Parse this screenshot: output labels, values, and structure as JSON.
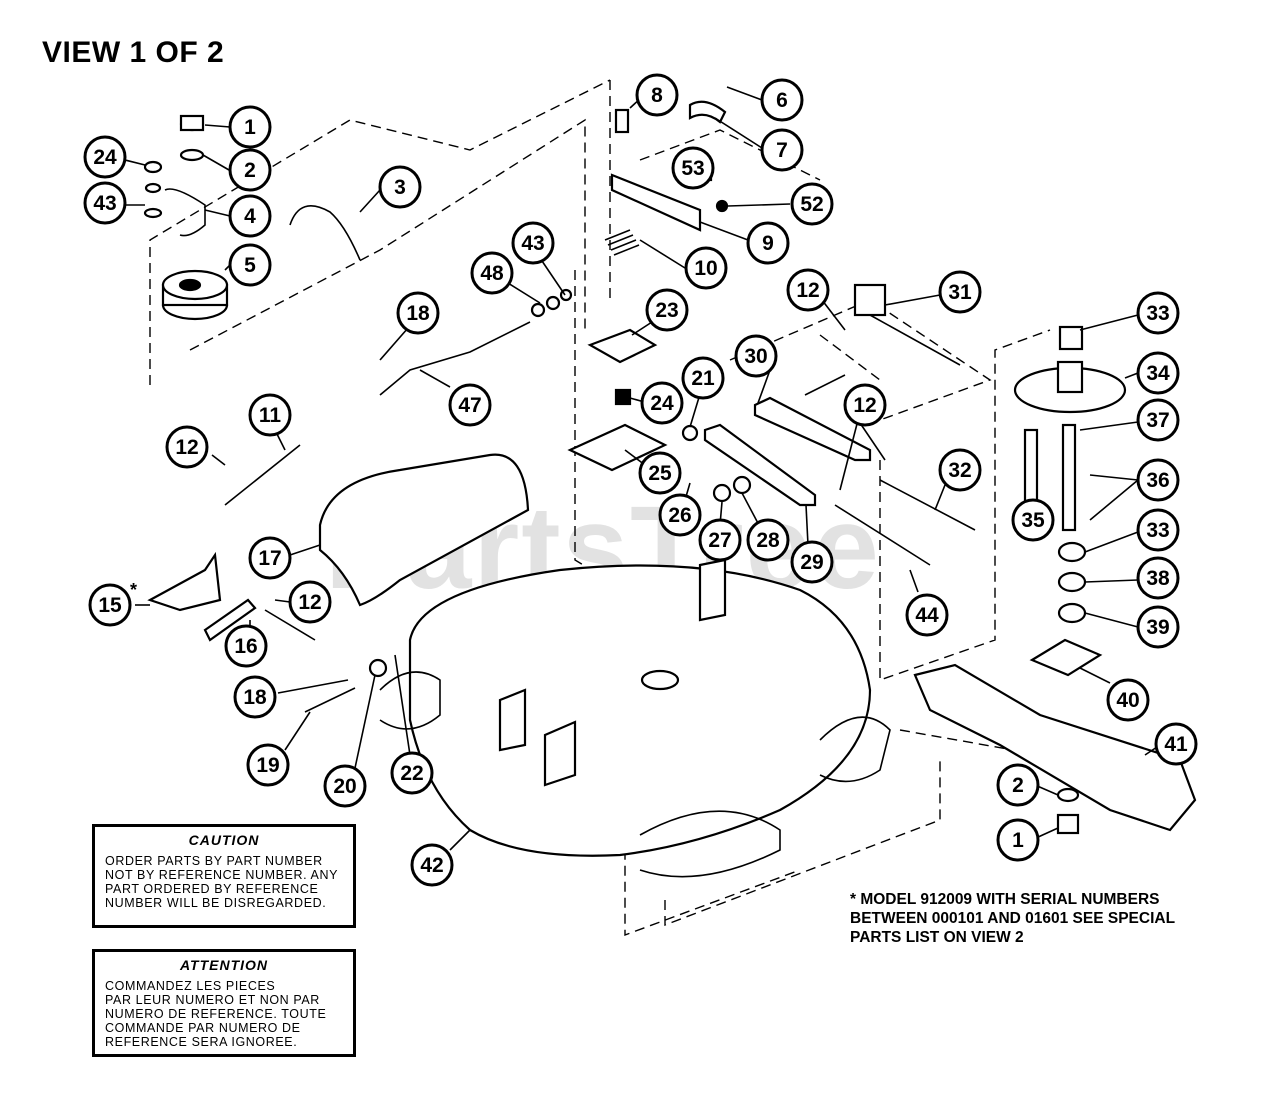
{
  "title": "VIEW 1 OF 2",
  "watermark": "PartsTree",
  "caution": {
    "header": "CAUTION",
    "lines": [
      "ORDER PARTS BY PART NUMBER",
      "NOT BY REFERENCE NUMBER.  ANY",
      "PART ORDERED BY REFERENCE",
      "NUMBER WILL BE DISREGARDED."
    ]
  },
  "attention": {
    "header": "ATTENTION",
    "lines": [
      "COMMANDEZ LES PIECES",
      "PAR LEUR NUMERO ET NON PAR",
      "NUMERO DE REFERENCE.  TOUTE",
      "COMMANDE PAR NUMERO DE",
      "REFERENCE SERA IGNOREE."
    ]
  },
  "note": {
    "lines": [
      "*  MODEL 912009 WITH SERIAL NUMBERS",
      "BETWEEN 000101 AND 01601 SEE SPECIAL",
      "PARTS LIST ON VIEW 2"
    ]
  },
  "asterisk": "*",
  "callouts": [
    "1",
    "2",
    "3",
    "4",
    "5",
    "24",
    "43",
    "6",
    "7",
    "8",
    "53",
    "52",
    "9",
    "10",
    "43",
    "48",
    "18",
    "47",
    "23",
    "24",
    "21",
    "25",
    "26",
    "27",
    "28",
    "29",
    "30",
    "12",
    "31",
    "12",
    "32",
    "44",
    "33",
    "34",
    "37",
    "36",
    "35",
    "33",
    "38",
    "39",
    "40",
    "41",
    "2",
    "1",
    "11",
    "12",
    "15",
    "17",
    "16",
    "12",
    "18",
    "19",
    "20",
    "22",
    "42"
  ]
}
